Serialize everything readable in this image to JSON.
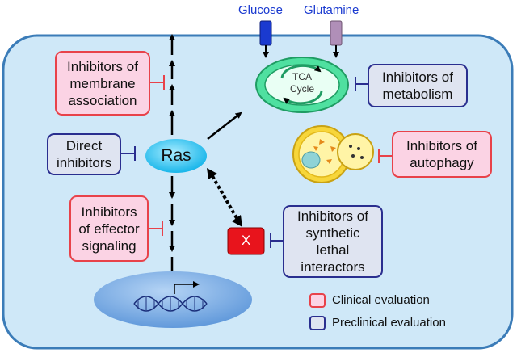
{
  "colors": {
    "cell_fill": "#cfe8f8",
    "cell_stroke": "#3b7cb8",
    "clinical_border": "#e8424a",
    "clinical_fill": "#fbd3e4",
    "preclinical_border": "#2a2e8f",
    "preclinical_fill": "#dfe4f1",
    "ras_fill": "#3ec7f0",
    "x_fill": "#e8141c",
    "mito_fill": "#4fe0a0",
    "glucose_channel": "#1a3ad0",
    "glutamine_channel": "#b08fb8"
  },
  "nutrients": {
    "glucose": "Glucose",
    "glutamine": "Glutamine"
  },
  "ras": {
    "label": "Ras"
  },
  "mitochondrion": {
    "label": "TCA\nCycle"
  },
  "target_x": {
    "label": "X"
  },
  "inhibitors": {
    "membrane": {
      "label": "Inhibitors of\nmembrane\nassociation"
    },
    "direct": {
      "label": "Direct\ninhibitors"
    },
    "effector": {
      "label": "Inhibitors\nof effector\nsignaling"
    },
    "metabolism": {
      "label": "Inhibitors of\nmetabolism"
    },
    "autophagy": {
      "label": "Inhibitors of\nautophagy"
    },
    "synthetic_lethal": {
      "label": "Inhibitors of\nsynthetic\nlethal\ninteractors"
    }
  },
  "legend": {
    "clinical": "Clinical evaluation",
    "preclinical": "Preclinical evaluation"
  }
}
